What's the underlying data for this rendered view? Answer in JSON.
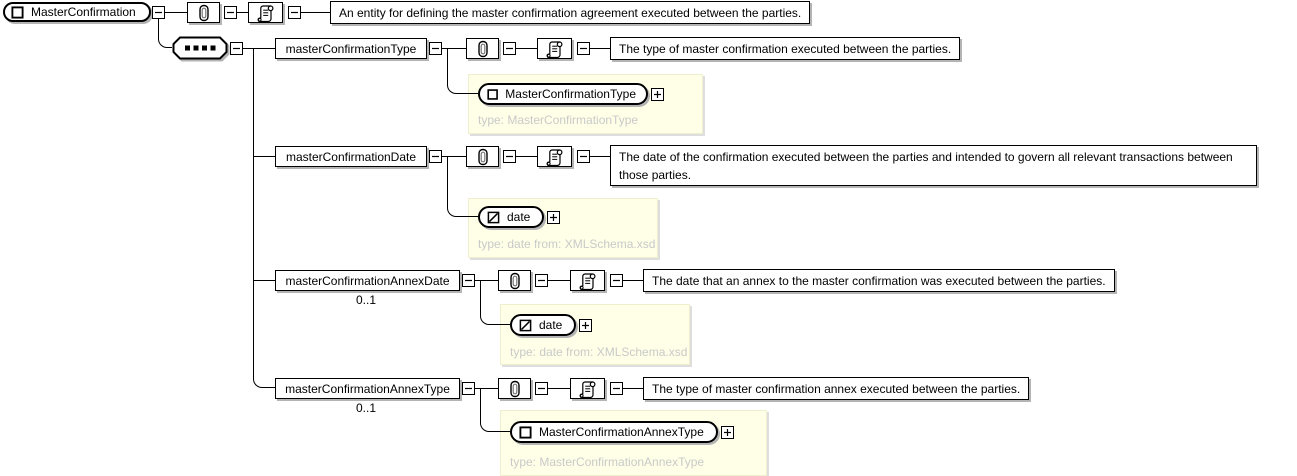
{
  "diagram": {
    "root": {
      "label": "MasterConfirmation",
      "annotation": "An entity for defining the master confirmation agreement executed between the parties."
    },
    "children": [
      {
        "label": "masterConfirmationType",
        "occurrence": "",
        "annotation": "The type of master confirmation executed between the parties.",
        "type_element": "MasterConfirmationType",
        "type_kind": "complex",
        "type_caption": "type: MasterConfirmationType"
      },
      {
        "label": "masterConfirmationDate",
        "occurrence": "",
        "annotation": "The date of the confirmation executed between the parties and intended to govern all relevant transactions between those parties.",
        "type_element": "date",
        "type_kind": "simple",
        "type_caption": "type: date from: XMLSchema.xsd"
      },
      {
        "label": "masterConfirmationAnnexDate",
        "occurrence": "0..1",
        "annotation": "The date that an annex to the master confirmation was executed between the parties.",
        "type_element": "date",
        "type_kind": "simple",
        "type_caption": "type: date from: XMLSchema.xsd"
      },
      {
        "label": "masterConfirmationAnnexType",
        "occurrence": "0..1",
        "annotation": "The type of master confirmation annex executed between the parties.",
        "type_element": "MasterConfirmationAnnexType",
        "type_kind": "complex",
        "type_caption": "type: MasterConfirmationAnnexType"
      }
    ],
    "icons": {
      "attributes": "paperclip-icon",
      "annotation": "scroll-icon",
      "sequence": "sequence-icon",
      "complex_element": "square-icon",
      "simple_element": "slashed-square-icon",
      "collapse": "minus-icon",
      "expand": "plus-icon"
    },
    "colors": {
      "type_panel_bg": "#FFFFE8",
      "type_caption": "#C9C9C9",
      "shadow": "#B4B4B4",
      "panel_shadow": "#DEDEDE",
      "line": "#000000"
    }
  }
}
